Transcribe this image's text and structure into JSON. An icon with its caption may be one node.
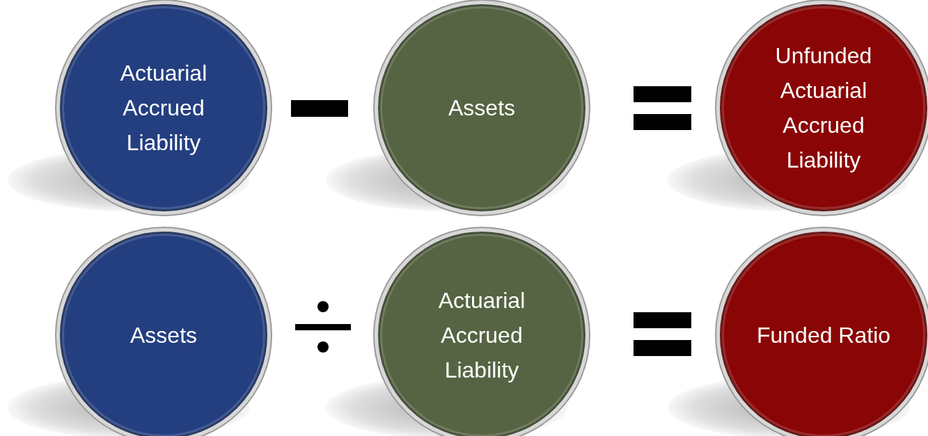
{
  "diagram": {
    "nodes": [
      {
        "text": [
          "Actuarial Accrued Liability"
        ]
      },
      {
        "text": [
          "Assets"
        ]
      },
      {
        "text": [
          "Unfunded Actuarial Accrued Liability"
        ]
      },
      {
        "text": [
          "Assets"
        ]
      },
      {
        "text": [
          "Actuarial Accrued Liability"
        ]
      },
      {
        "text": [
          "Funded Ratio"
        ]
      }
    ]
  }
}
